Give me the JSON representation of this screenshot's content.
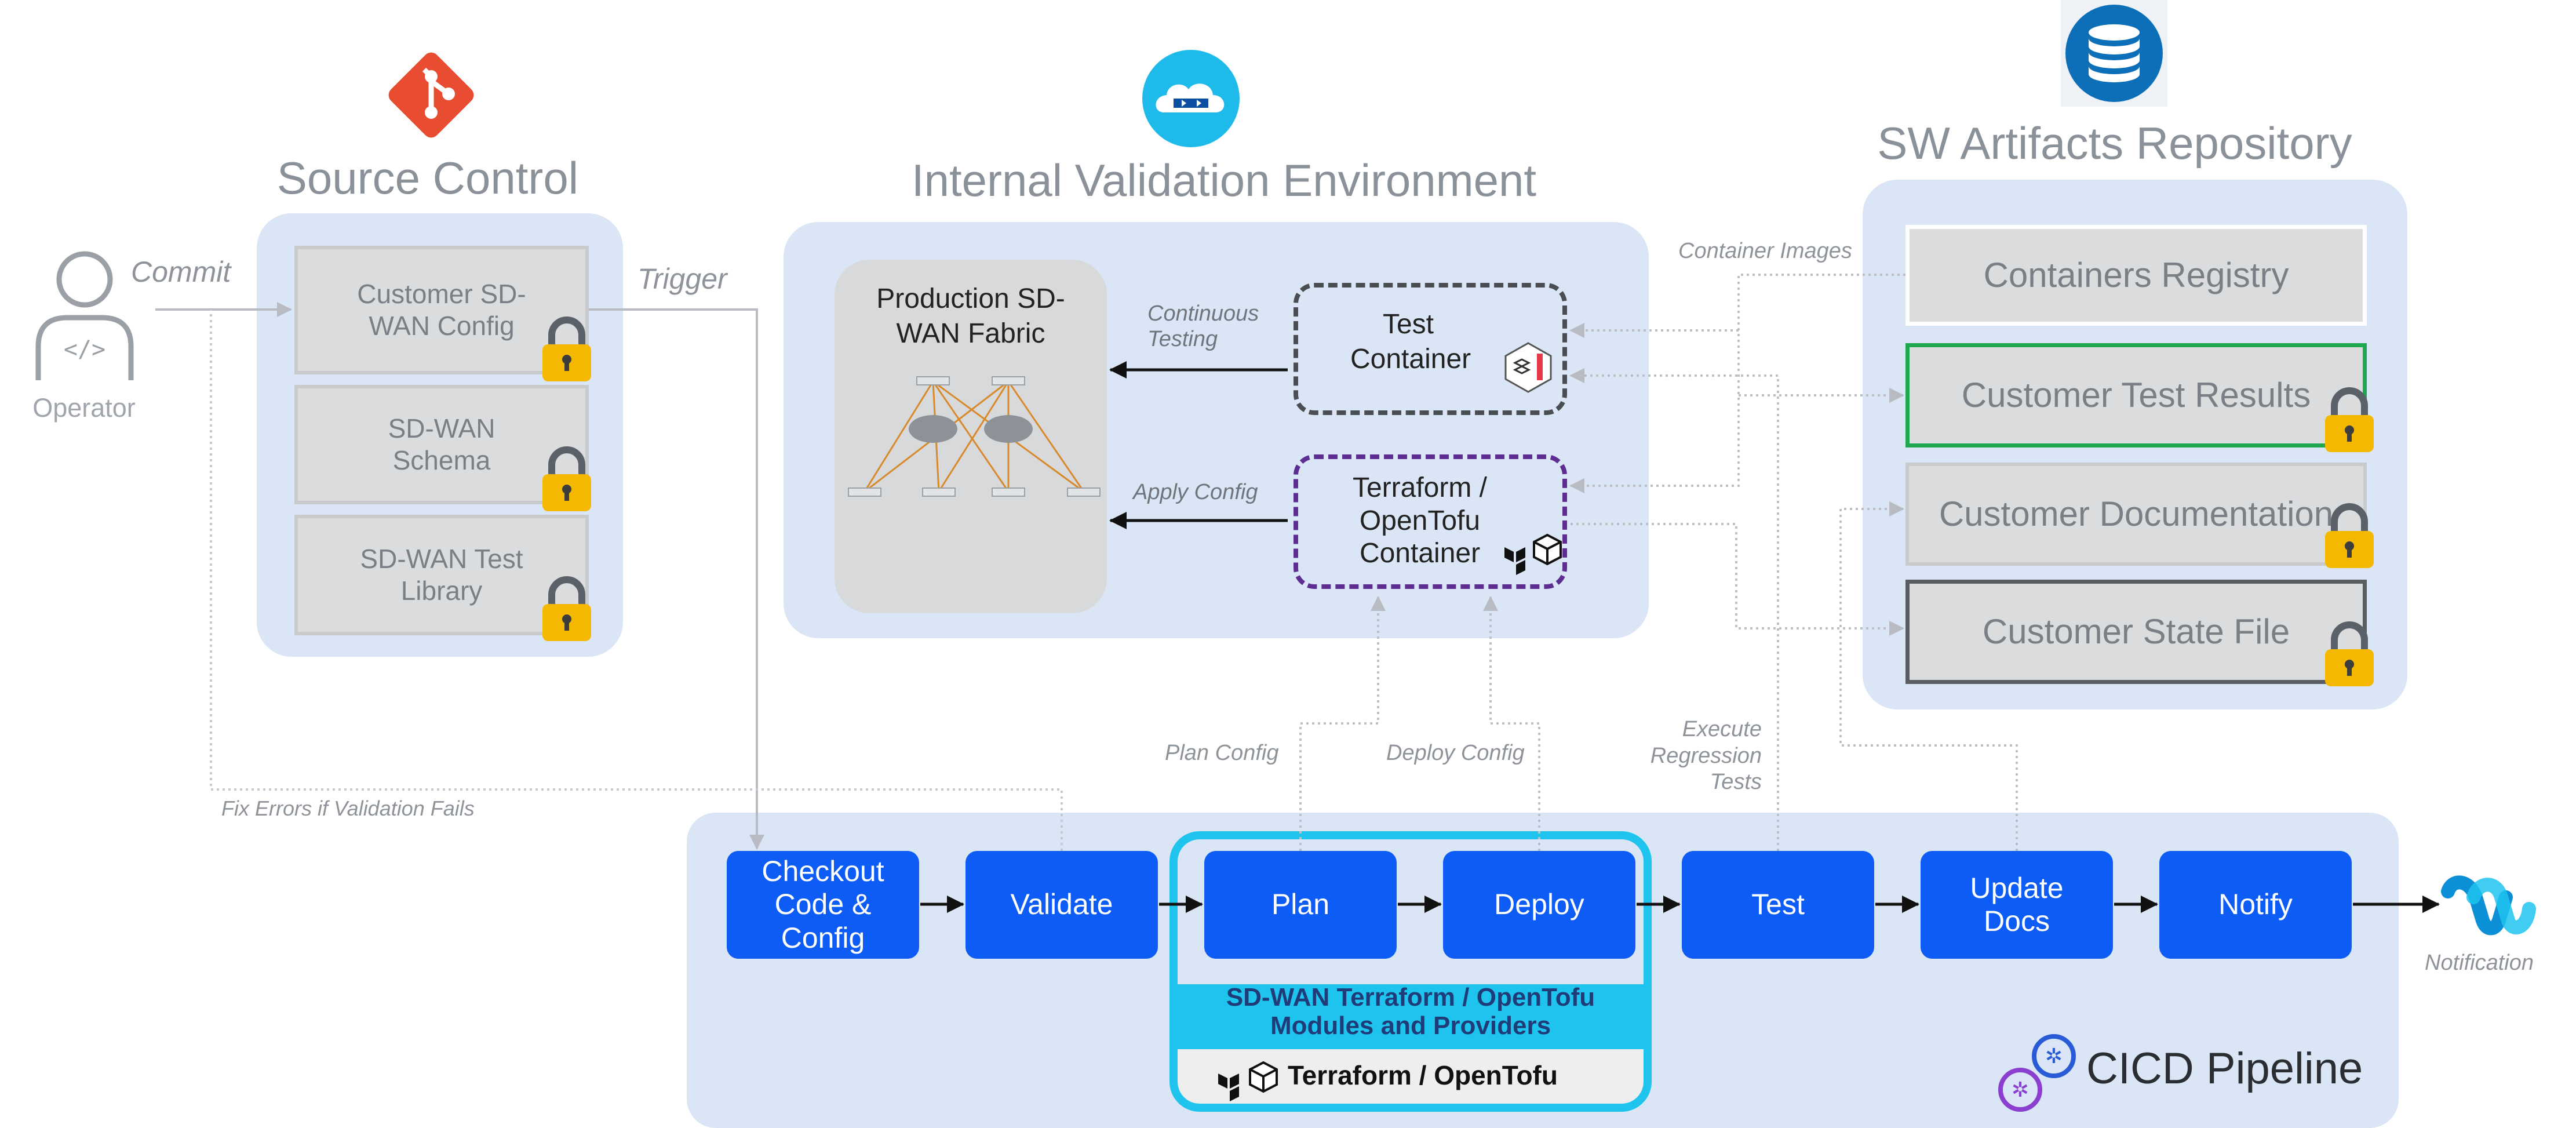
{
  "source_control": {
    "title": "Source Control",
    "items": [
      {
        "label": "Customer SD-WAN Config"
      },
      {
        "label": "SD-WAN Schema"
      },
      {
        "label": "SD-WAN Test Library"
      }
    ]
  },
  "operator": {
    "label": "Operator",
    "commit": "Commit",
    "trigger": "Trigger"
  },
  "validation_env": {
    "title": "Internal Validation Environment",
    "fabric": "Production SD-WAN Fabric",
    "test_container": "Test Container",
    "tf_container": "Terraform / OpenTofu Container",
    "continuous_testing": "Continuous Testing",
    "apply_config": "Apply Config"
  },
  "artifacts": {
    "title": "SW Artifacts Repository",
    "items": [
      {
        "label": "Containers Registry"
      },
      {
        "label": "Customer Test Results"
      },
      {
        "label": "Customer Documentation"
      },
      {
        "label": "Customer State File"
      }
    ],
    "container_images": "Container Images"
  },
  "flow_labels": {
    "plan_config": "Plan Config",
    "deploy_config": "Deploy Config",
    "execute_regression": "Execute Regression Tests",
    "fix_errors": "Fix Errors if Validation Fails"
  },
  "pipeline": {
    "title": "CICD Pipeline",
    "stages": [
      {
        "label": "Checkout Code & Config"
      },
      {
        "label": "Validate"
      },
      {
        "label": "Plan"
      },
      {
        "label": "Deploy"
      },
      {
        "label": "Test"
      },
      {
        "label": "Update Docs"
      },
      {
        "label": "Notify"
      }
    ],
    "modules": "SD-WAN Terraform / OpenTofu Modules and Providers",
    "tool": "Terraform / OpenTofu",
    "notification": "Notification"
  },
  "colors": {
    "panel": "#dae6f5",
    "stage_blue": "#0d5cf6",
    "cyan": "#1ec4ee",
    "green": "#1fa84f",
    "purple": "#5e2d91",
    "git_red": "#e84d31",
    "lock_gold": "#f5b800",
    "db_blue": "#0d6fb8"
  },
  "icons": [
    "git-icon",
    "cloud-environment-icon",
    "database-icon",
    "operator-icon",
    "lock-icon",
    "test-container-icon",
    "terraform-icon",
    "cicd-gears-icon",
    "webex-icon"
  ]
}
